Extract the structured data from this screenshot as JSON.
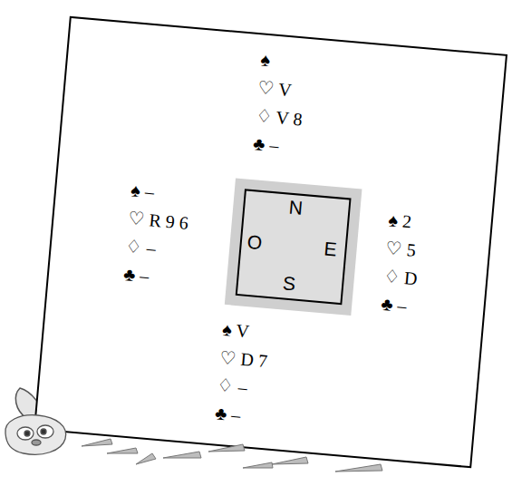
{
  "diagram": {
    "nodes": [
      {
        "text": [
          "N",
          "O",
          "E",
          "S"
        ]
      }
    ],
    "labels": [
      "♠",
      "♡ V",
      "♢ V 8",
      "♣ –",
      "♠ –",
      "♡ R 9 6",
      "♢ –",
      "♣ –",
      "♠ 2",
      "♡ 5",
      "♢ D",
      "♣ –",
      "♠ V",
      "♡ D 7",
      "♢ –",
      "♣ –"
    ]
  }
}
